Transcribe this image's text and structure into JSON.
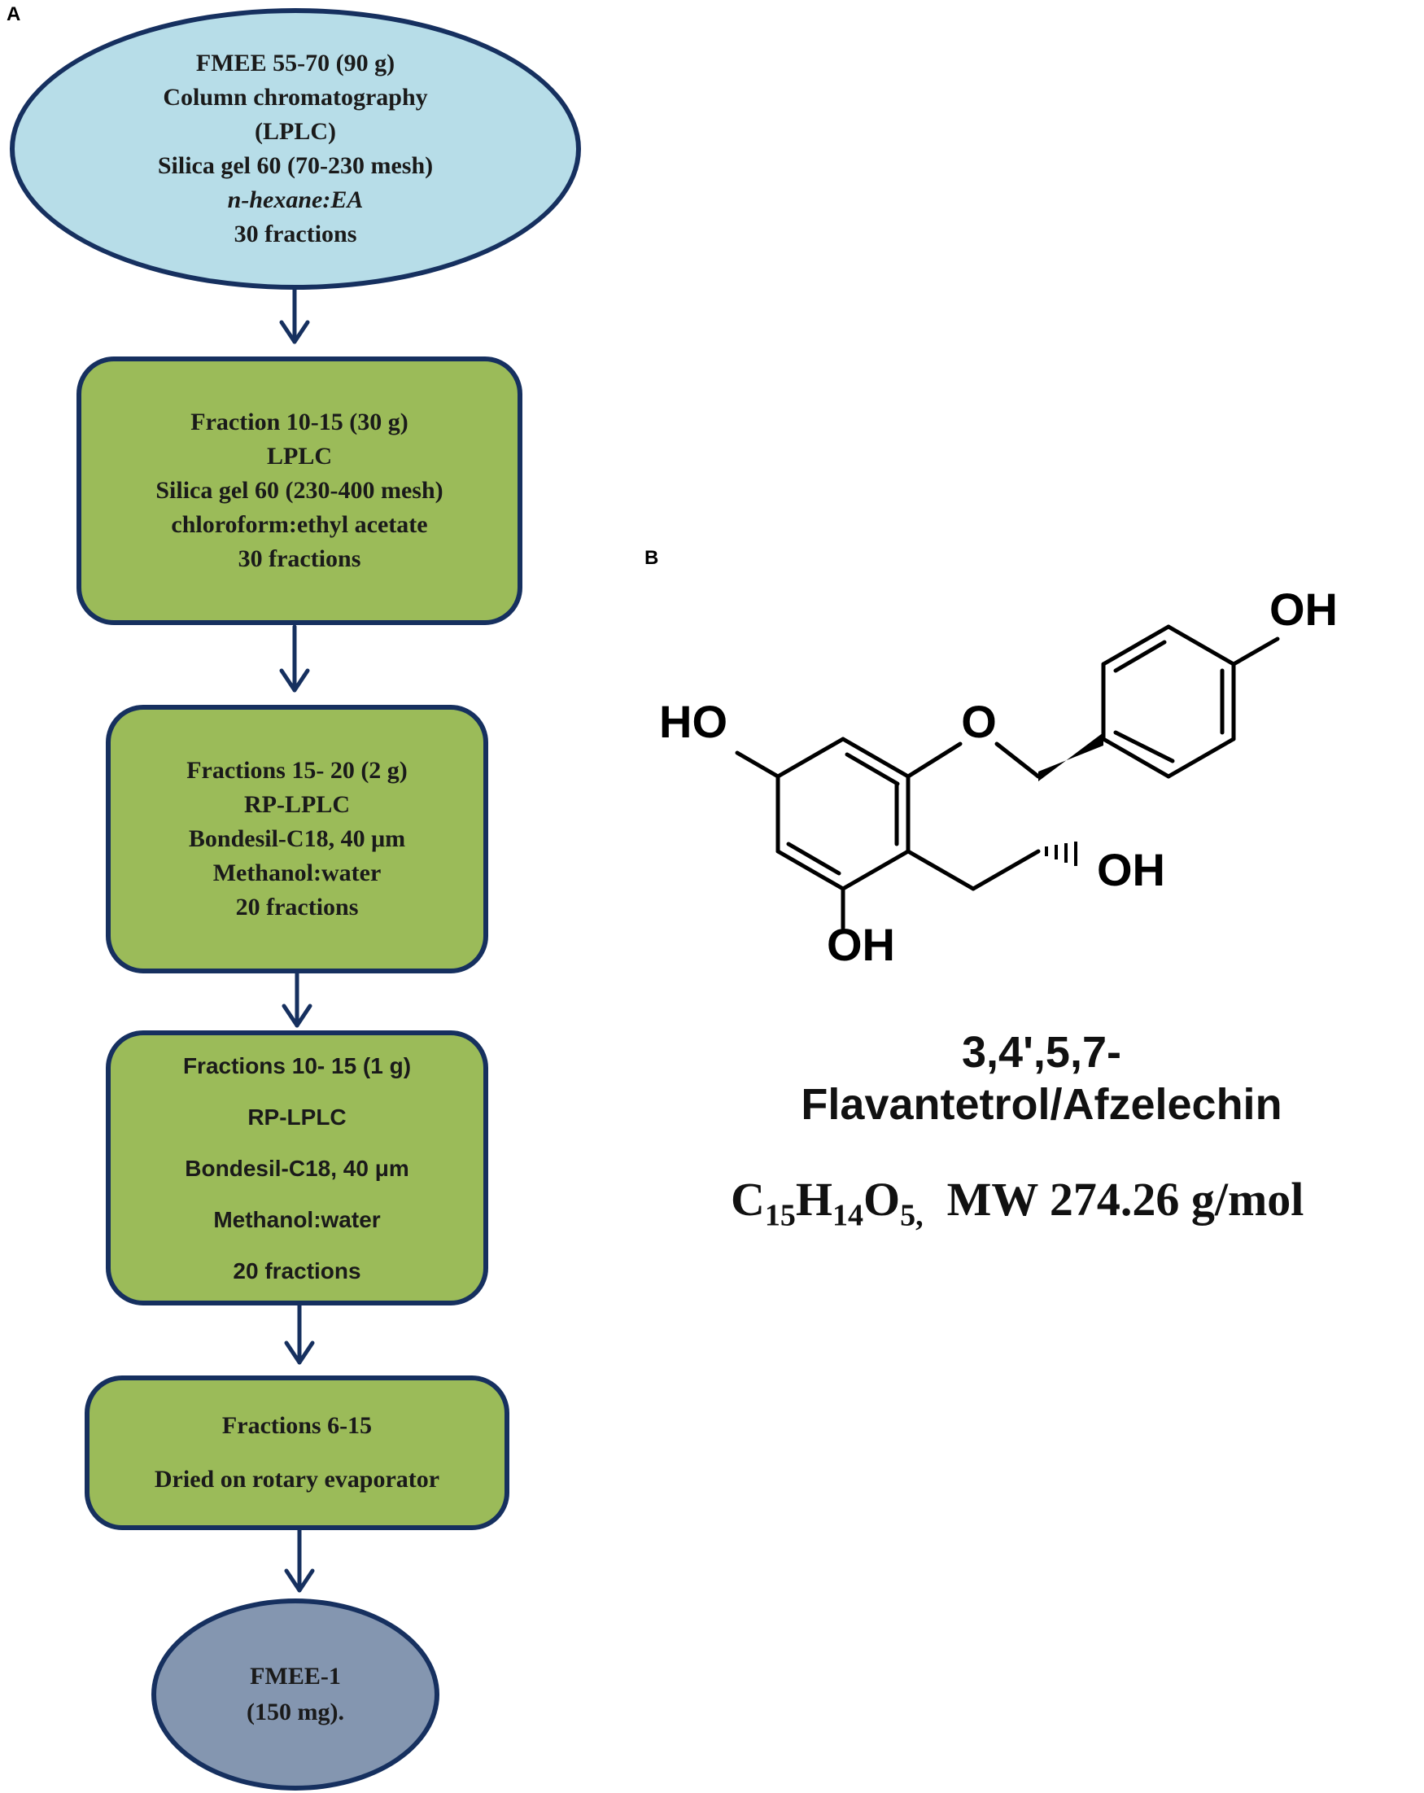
{
  "panels": {
    "a": "A",
    "b": "B"
  },
  "flow": {
    "start": {
      "lines": [
        "FMEE 55-70 (90 g)",
        "Column chromatography",
        "(LPLC)",
        "Silica gel 60 (70-230 mesh)",
        "n-hexane:EA",
        "30 fractions"
      ]
    },
    "step1": {
      "lines": [
        "Fraction 10-15 (30 g)",
        "LPLC",
        "Silica gel 60 (230-400 mesh)",
        "chloroform:ethyl acetate",
        "30 fractions"
      ]
    },
    "step2": {
      "lines": [
        "Fractions 15- 20 (2 g)",
        "RP-LPLC",
        "Bondesil-C18, 40 μm",
        "Methanol:water",
        "20 fractions"
      ]
    },
    "step3": {
      "lines": [
        "Fractions 10- 15 (1 g)",
        "RP-LPLC",
        "Bondesil-C18, 40 μm",
        "Methanol:water",
        "20 fractions"
      ]
    },
    "step4": {
      "lines": [
        "Fractions 6-15",
        "Dried on rotary evaporator"
      ]
    },
    "end": {
      "lines": [
        "FMEE-1",
        "(150 mg)."
      ]
    }
  },
  "compound": {
    "groups": {
      "oh_top": "OH",
      "ho_left": "HO",
      "ring_o": "O",
      "oh_c3": "OH",
      "oh_c5": "OH"
    },
    "name_line1": "3,4',5,7-",
    "name_line2": "Flavantetrol/Afzelechin",
    "formula": {
      "c": "C",
      "c_n": "15",
      "h": "H",
      "h_n": "14",
      "o": "O",
      "o_n": "5",
      "sep": ",",
      "mw": "MW 274.26 g/mol"
    }
  },
  "colors": {
    "start_fill": "#b7dde8",
    "step_fill": "#9bbb59",
    "end_fill": "#8496b0",
    "border": "#16305f",
    "arrow": "#16305f"
  }
}
